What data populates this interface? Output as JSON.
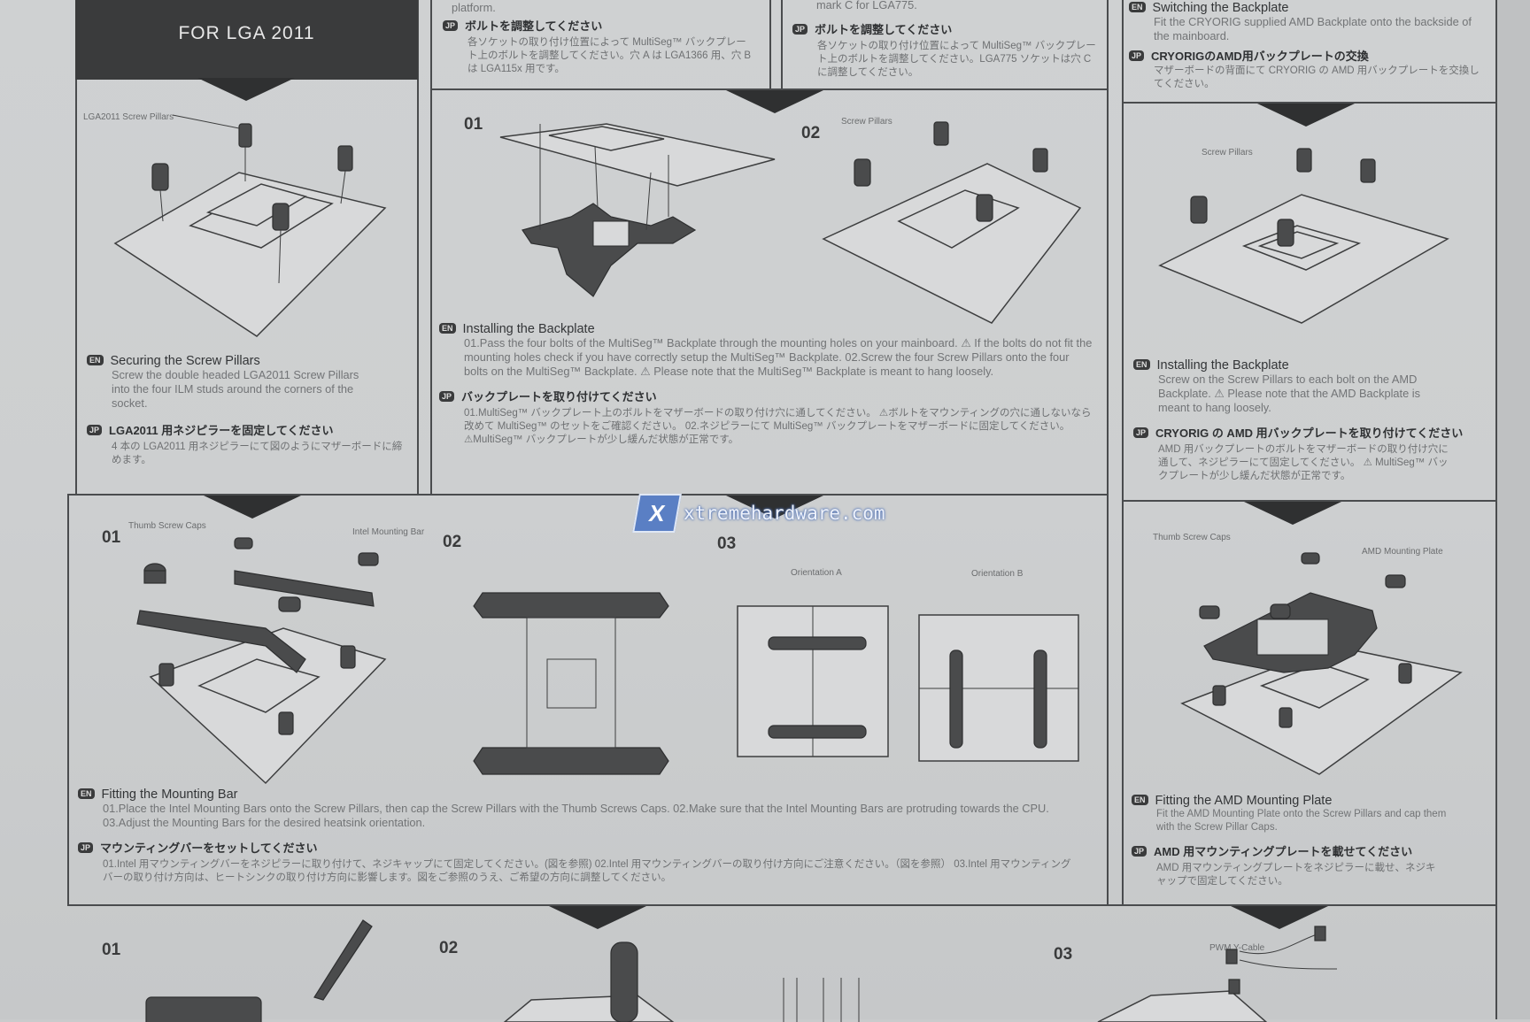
{
  "header": {
    "title": "FOR LGA 2011"
  },
  "top_cut": {
    "col2_prev": "platform.",
    "col2_jp_heading": "ボルトを調整してください",
    "col2_jp_body": "各ソケットの取り付け位置によって MultiSeg™ バックプレート上のボルトを調整してください。穴 A は LGA1366 用、穴 B は LGA115x 用です。",
    "col3_prev": "mark C for LGA775.",
    "col3_jp_heading": "ボルトを調整してください",
    "col3_jp_body": "各ソケットの取り付け位置によって MultiSeg™ バックプレート上のボルトを調整してください。LGA775 ソケットは穴 C に調整してください。",
    "col4_en_heading": "Switching the Backplate",
    "col4_en_body": "Fit the CRYORIG supplied AMD Backplate onto the backside of the mainboard.",
    "col4_jp_heading": "CRYORIGのAMD用バックプレートの交換",
    "col4_jp_body": "マザーボードの背面にて CRYORIG の AMD 用バックプレートを交換してください。"
  },
  "tags": {
    "en": "EN",
    "jp": "JP"
  },
  "section_lga2011": {
    "callout": "LGA2011 Screw Pillars",
    "en_heading": "Securing the Screw Pillars",
    "en_body": "Screw the double headed LGA2011 Screw Pillars into the four ILM studs around the corners of the socket.",
    "jp_heading": "LGA2011 用ネジピラーを固定してください",
    "jp_body": "4 本の LGA2011 用ネジピラーにて図のようにマザーボードに締めます。"
  },
  "section_backplate": {
    "step1": "01",
    "step2": "02",
    "callout": "Screw Pillars",
    "en_heading": "Installing the Backplate",
    "en_body": "01.Pass the four bolts of the MultiSeg™ Backplate through the mounting holes on your mainboard. ⚠ If the bolts do not fit the mounting holes check if you have correctly setup the MultiSeg™ Backplate.   02.Screw the four Screw Pillars onto the four bolts on the MultiSeg™ Backplate. ⚠ Please note that the MultiSeg™ Backplate is meant to hang loosely.",
    "jp_heading": "バックプレートを取り付けてください",
    "jp_body": "01.MultiSeg™ バックプレート上のボルトをマザーボードの取り付け穴に通してください。 ⚠ボルトをマウンティングの穴に通しないなら改めて MultiSeg™ のセットをご確認ください。  02.ネジピラーにて MultiSeg™ バックプレートをマザーボードに固定してください。 ⚠MultiSeg™ バックプレートが少し緩んだ状態が正常です。"
  },
  "section_amd_backplate": {
    "callout": "Screw Pillars",
    "en_heading": "Installing the Backplate",
    "en_body": "Screw on the Screw Pillars to each bolt on the AMD Backplate. ⚠ Please note that the AMD Backplate is meant to hang loosely.",
    "jp_heading": "CRYORIG の AMD 用バックプレートを取り付けてください",
    "jp_body": "AMD 用バックプレートのボルトをマザーボードの取り付け穴に通して、ネジピラーにて固定してください。 ⚠ MultiSeg™ バックプレートが少し緩んだ状態が正常です。"
  },
  "section_mounting_bar": {
    "step1": "01",
    "step2": "02",
    "step3": "03",
    "callout_caps": "Thumb Screw Caps",
    "callout_bar": "Intel Mounting Bar",
    "orientation_a": "Orientation A",
    "orientation_b": "Orientation B",
    "en_heading": "Fitting the Mounting Bar",
    "en_body": "01.Place the Intel Mounting Bars onto the Screw Pillars, then cap the Screw Pillars with the Thumb Screws Caps.   02.Make sure that the Intel Mounting Bars are protruding towards the CPU.   03.Adjust the Mounting Bars for the desired heatsink orientation.",
    "jp_heading": "マウンティングバーをセットしてください",
    "jp_body": "01.Intel 用マウンティングバーをネジピラーに取り付けて、ネジキャップにて固定してください。(図を参照)  02.Intel 用マウンティングバーの取り付け方向にご注意ください。（図を参照）  03.Intel 用マウンティングバーの取り付け方向は、ヒートシンクの取り付け方向に影響します。図をご参照のうえ、ご希望の方向に調整してください。"
  },
  "section_amd_plate": {
    "callout_caps": "Thumb Screw Caps",
    "callout_plate": "AMD Mounting Plate",
    "en_heading": "Fitting the AMD Mounting Plate",
    "en_body": "Fit the AMD Mounting Plate onto the Screw Pillars and cap them with the Screw Pillar Caps.",
    "jp_heading": "AMD 用マウンティングプレートを載せてください",
    "jp_body": "AMD 用マウンティングプレートをネジピラーに載せ、ネジキャップで固定してください。"
  },
  "section_bottom": {
    "step1": "01",
    "step2": "02",
    "step3": "03",
    "callout_cable": "PWM Y-Cable"
  },
  "watermark": "xtremehardware.com"
}
